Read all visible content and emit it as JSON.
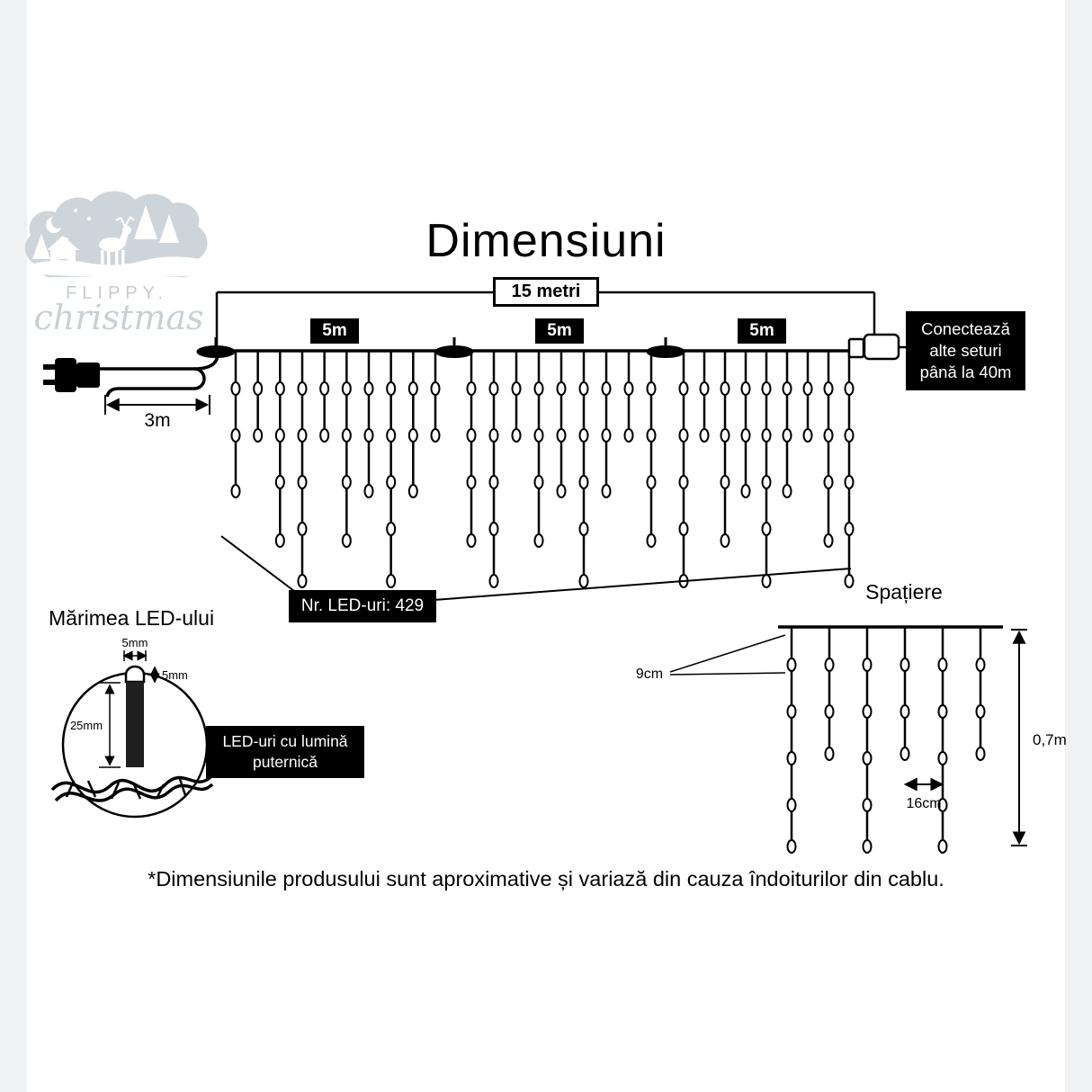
{
  "page": {
    "title": "Dimensiuni",
    "footer_note": "*Dimensiunile produsului sunt aproximative și variază din cauza îndoiturilor din cablu."
  },
  "logo": {
    "brand": "FLIPPY.",
    "brand_sub": "christmas"
  },
  "main_diagram": {
    "total_length_label": "15 metri",
    "segment_labels": [
      "5m",
      "5m",
      "5m"
    ],
    "lead_length_label": "3m",
    "connector_note_lines": [
      "Conectează",
      "alte seturi",
      "până la 40m"
    ],
    "led_count_label": "Nr. LED-uri: 429"
  },
  "led_size": {
    "heading": "Mărimea LED-ului",
    "bulb_width_label": "5mm",
    "bulb_height_label": "5mm",
    "led_height_label": "25mm",
    "note_lines": [
      "LED-uri cu lumină",
      "puternică"
    ]
  },
  "spacing": {
    "heading": "Spațiere",
    "led_gap_label": "9cm",
    "drop_gap_label": "16cm",
    "drop_length_label": "0,7m"
  },
  "colors": {
    "ink": "#000000",
    "box_bg": "#000000",
    "logo_gray": "#ced5da"
  }
}
